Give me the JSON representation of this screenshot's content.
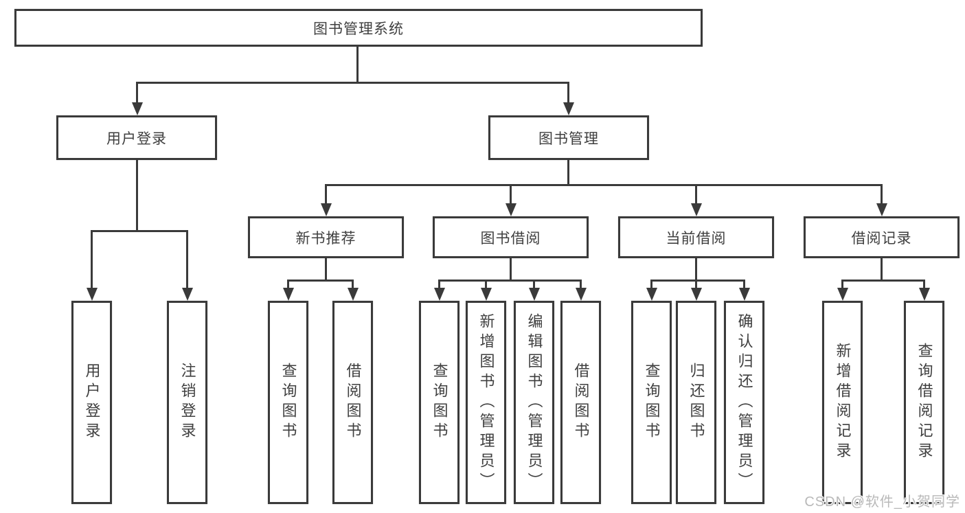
{
  "tree": {
    "root": "图书管理系统",
    "branches": [
      {
        "label": "用户登录",
        "children": [
          {
            "label": "用户登录"
          },
          {
            "label": "注销登录"
          }
        ]
      },
      {
        "label": "图书管理",
        "children": [
          {
            "label": "新书推荐",
            "children": [
              {
                "label": "查询图书"
              },
              {
                "label": "借阅图书"
              }
            ]
          },
          {
            "label": "图书借阅",
            "children": [
              {
                "label": "查询图书"
              },
              {
                "label": "新增图书（管理员）"
              },
              {
                "label": "编辑图书（管理员）"
              },
              {
                "label": "借阅图书"
              }
            ]
          },
          {
            "label": "当前借阅",
            "children": [
              {
                "label": "查询图书"
              },
              {
                "label": "归还图书"
              },
              {
                "label": "确认归还（管理员）"
              }
            ]
          },
          {
            "label": "借阅记录",
            "children": [
              {
                "label": "新增借阅记录"
              },
              {
                "label": "查询借阅记录"
              }
            ]
          }
        ]
      }
    ]
  },
  "watermark": {
    "text": "CSDN @软件_小贺同学"
  },
  "colors": {
    "line": "#3a3a3a",
    "text": "#3f3f3f",
    "watermark": "#b9b9b9",
    "background": "#ffffff"
  }
}
